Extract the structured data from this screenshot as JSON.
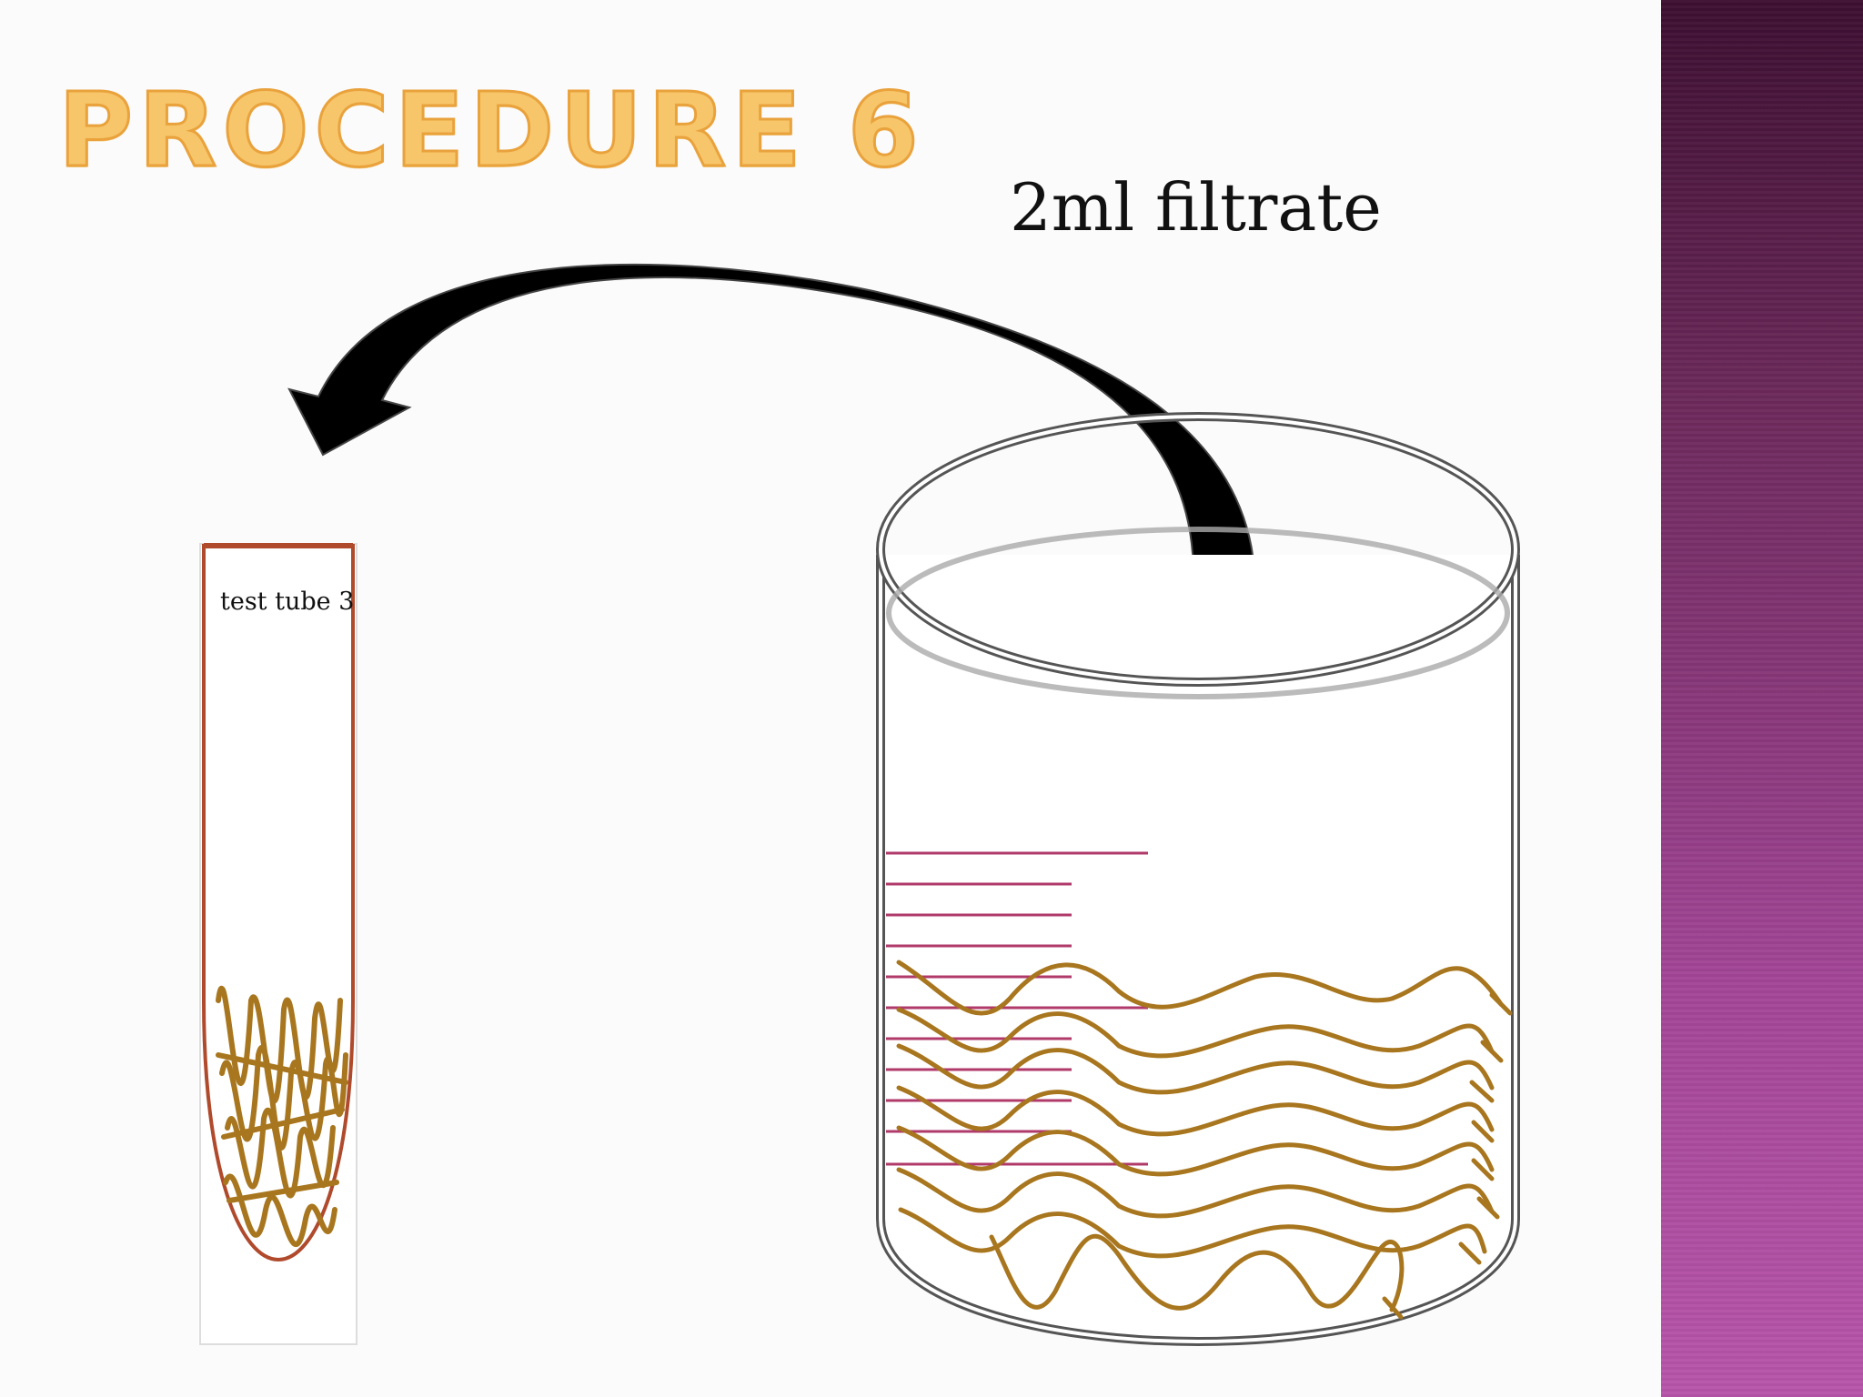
{
  "slide": {
    "title": "PROCEDURE 6",
    "transfer_label": "2ml filtrate",
    "tube_label": "test tube 3"
  },
  "colors": {
    "title_fill": "#f7c66a",
    "title_outline": "#e9a23c",
    "tube_outline": "#b04a2c",
    "fiber_color": "#a8761e",
    "graduation_color": "#b03a6a",
    "accent_band_top": "#3d0f31",
    "accent_band_bottom": "#b855aa",
    "arrow_color": "#000000"
  },
  "icons": {
    "transfer_arrow": "curved-arrow-icon"
  }
}
